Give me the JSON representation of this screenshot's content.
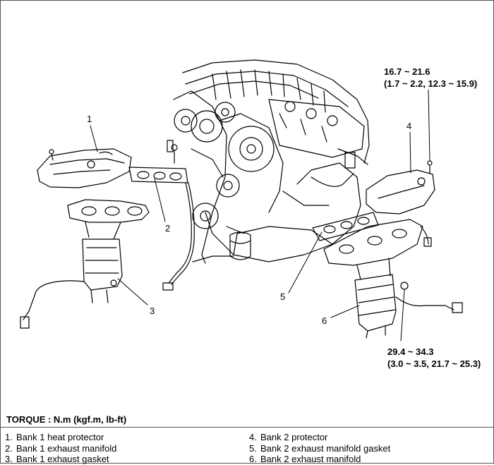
{
  "callouts": [
    "1",
    "2",
    "3",
    "4",
    "5",
    "6"
  ],
  "torque_specs": {
    "top": {
      "line1": "16.7 ~ 21.6",
      "line2": "(1.7 ~ 2.2, 12.3 ~ 15.9)"
    },
    "bottom": {
      "line1": "29.4 ~ 34.3",
      "line2": "(3.0 ~ 3.5, 21.7 ~ 25.3)"
    }
  },
  "torque_header": "TORQUE : N.m (kgf.m, lb-ft)",
  "legend": [
    {
      "num": "1.",
      "label": "Bank 1 heat protector"
    },
    {
      "num": "2.",
      "label": "Bank 1 exhaust manifold"
    },
    {
      "num": "3.",
      "label": "Bank 1 exhaust gasket"
    },
    {
      "num": "4.",
      "label": "Bank 2 protector"
    },
    {
      "num": "5.",
      "label": "Bank 2 exhaust manifold gasket"
    },
    {
      "num": "6.",
      "label": "Bank 2 exhaust manifold"
    }
  ]
}
